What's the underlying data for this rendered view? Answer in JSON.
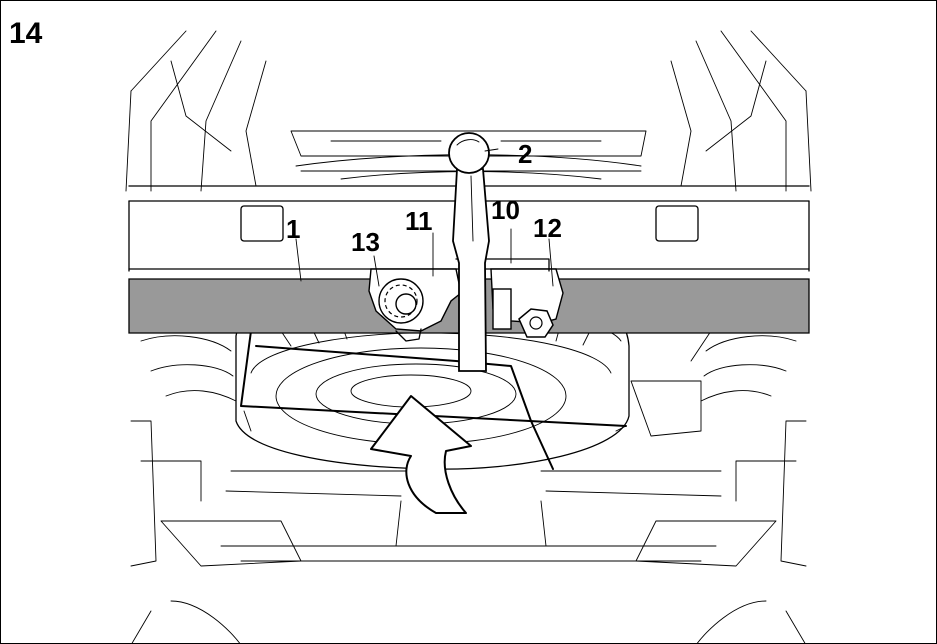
{
  "figure": {
    "number": "14",
    "callouts": {
      "c1": "1",
      "c2": "2",
      "c10": "10",
      "c11": "11",
      "c12": "12",
      "c13": "13"
    }
  },
  "colors": {
    "line": "#000000",
    "highlight": "#999999",
    "background": "#ffffff"
  }
}
